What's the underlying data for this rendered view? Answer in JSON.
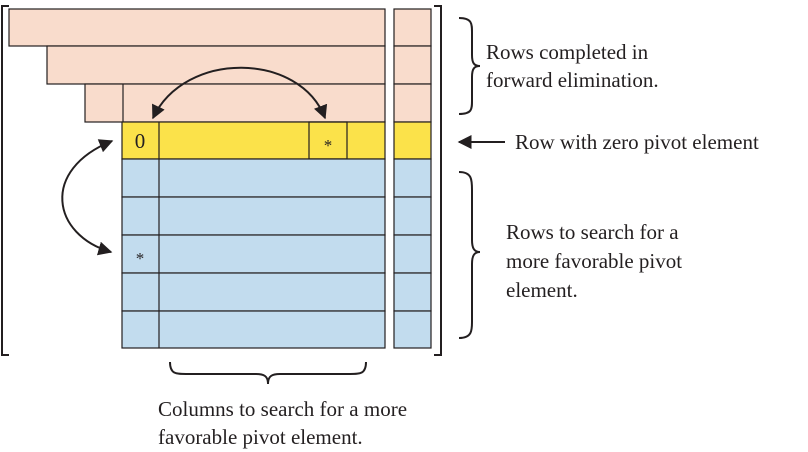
{
  "colors": {
    "completed": "#f9dccc",
    "pivot_row": "#fbe24a",
    "search": "#c2dcee",
    "stroke": "#231f20"
  },
  "matrix": {
    "pivot_value": "0",
    "pivot_row_star": "*",
    "search_star": "*"
  },
  "labels": {
    "completed": [
      "Rows completed in",
      "forward elimination."
    ],
    "zero_pivot": "Row with zero pivot element",
    "search_rows": [
      "Rows to search for a",
      "more favorable pivot",
      "element."
    ],
    "search_cols": [
      "Columns to search for a more",
      "favorable pivot element."
    ]
  }
}
